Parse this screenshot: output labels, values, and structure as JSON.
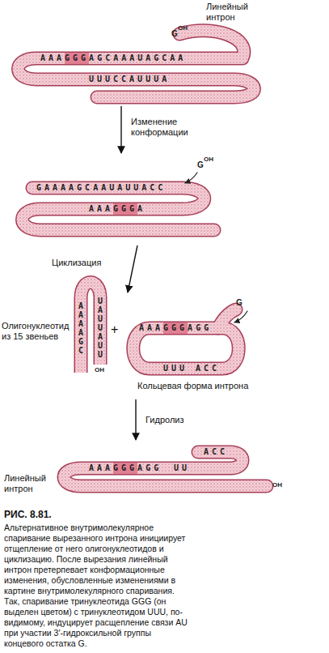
{
  "diagram": {
    "title": "РИС. 8.81.",
    "caption": "Альтернативное внутримолекулярное спаривание вырезанного интрона инициирует отщепление от него олигонуклеотидов и циклизацию. После вырезания линейный интрон претерпевает конформационные изменения, обусловленные изменениями в картине внутримолекулярного спаривания. Так, спаривание тринуклеотида GGG (он выделен цветом) с тринуклеотидом UUU, по-видимому, индуцирует расщепление связи AU при участии 3′-гидроксильной группы концевого остатка G.",
    "nodes": [
      {
        "text": [
          "Линейный интрон",
          "G",
          "OH",
          "AAAGGGAGCAAAUAGCAA",
          "UUUCCAUUUA"
        ]
      },
      {
        "text": [
          "G",
          "OH",
          "GAAAAGCAAUAUUACC",
          "AAAGGGA"
        ]
      },
      {
        "text": [
          "Олигонуклеотид из 15 звеньев",
          "AAAAGC",
          "UAUUAUU",
          "OH"
        ]
      },
      {
        "text": [
          "Кольцевая форма интрона",
          "G",
          "AAAGGGAGG",
          "UUU",
          "ACC"
        ]
      },
      {
        "text": [
          "Линейный интрон",
          "ACC",
          "AAAGGGAGG",
          "UU",
          "OH"
        ]
      }
    ],
    "edges": [
      {
        "from": 0,
        "to": 1,
        "arrow": "to",
        "label": "Изменение конформации"
      },
      {
        "from": 1,
        "to": 3,
        "arrow": "to",
        "label": "Циклизация"
      },
      {
        "from": 3,
        "to": 4,
        "arrow": "to",
        "label": "Гидролиз"
      }
    ],
    "labels": [
      "+"
    ]
  }
}
